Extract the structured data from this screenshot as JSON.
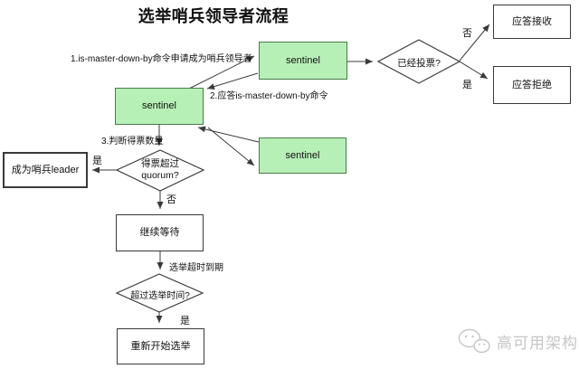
{
  "title": "选举哨兵领导者流程",
  "nodes": {
    "sentinel_top": "sentinel",
    "sentinel_mid": "sentinel",
    "sentinel_right": "sentinel",
    "reply_accept": "应答接收",
    "reply_reject": "应答拒绝",
    "become_leader": "成为哨兵leader",
    "keep_waiting": "继续等待",
    "restart_election": "重新开始选举"
  },
  "decisions": {
    "already_voted": "已经投票?",
    "votes_over_quorum_line1": "得票超过",
    "votes_over_quorum_line2": "quorum?",
    "over_election_time": "超过选举时间?"
  },
  "edge_labels": {
    "step1": "1.is-master-down-by命令申请成为哨兵领导者",
    "step2": "2.应答is-master-down-by命令",
    "step3": "3.判断得票数量",
    "timeout": "选举超时到期",
    "no_top": "否",
    "yes_top": "是",
    "yes_left": "是",
    "no_mid": "否",
    "yes_bottom": "是"
  },
  "edges": [
    {
      "from": "sentinel_mid",
      "to": "sentinel_top",
      "label": "1.is-master-down-by命令申请成为哨兵领导者"
    },
    {
      "from": "sentinel_top",
      "to": "sentinel_mid",
      "label": "2.应答is-master-down-by命令"
    },
    {
      "from": "sentinel_mid",
      "to": "sentinel_right",
      "label": "1.is-master-down-by命令申请成为哨兵领导者"
    },
    {
      "from": "sentinel_right",
      "to": "sentinel_mid",
      "label": "2.应答is-master-down-by命令"
    },
    {
      "from": "sentinel_top",
      "to": "already_voted",
      "label": ""
    },
    {
      "from": "already_voted",
      "to": "reply_accept",
      "label": "否"
    },
    {
      "from": "already_voted",
      "to": "reply_reject",
      "label": "是"
    },
    {
      "from": "sentinel_mid",
      "to": "votes_over_quorum",
      "label": "3.判断得票数量"
    },
    {
      "from": "votes_over_quorum",
      "to": "become_leader",
      "label": "是"
    },
    {
      "from": "votes_over_quorum",
      "to": "keep_waiting",
      "label": "否"
    },
    {
      "from": "keep_waiting",
      "to": "over_election_time",
      "label": "选举超时到期"
    },
    {
      "from": "over_election_time",
      "to": "restart_election",
      "label": "是"
    }
  ],
  "watermark": {
    "text": "高可用架构"
  },
  "colors": {
    "node_green": "#b7f0b7",
    "node_green_border": "#4a7a4a",
    "line": "#3a3a3a",
    "watermark_gray": "#c6c6c6"
  }
}
